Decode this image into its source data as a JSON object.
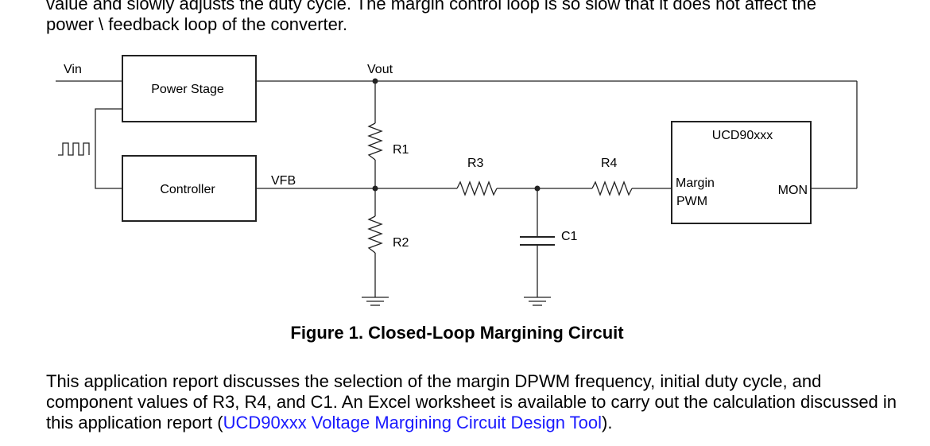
{
  "text_top": {
    "line1": "value and slowly adjusts the duty cycle. The margin control loop is so slow that it does not affect the",
    "line2": "power \\ feedback loop of the converter."
  },
  "diagram": {
    "vin": "Vin",
    "vout": "Vout",
    "power_stage": "Power Stage",
    "controller": "Controller",
    "vfb": "VFB",
    "r1": "R1",
    "r2": "R2",
    "r3": "R3",
    "r4": "R4",
    "c1": "C1",
    "ucd": "UCD90xxx",
    "margin": "Margin",
    "pwm": "PWM",
    "mon": "MON"
  },
  "caption": "Figure 1. Closed-Loop Margining Circuit",
  "text_bottom": {
    "before_link": "This application report discusses the selection of the margin DPWM frequency, initial duty cycle, and component values of R3, R4, and C1. An Excel worksheet is available to carry out the calculation discussed in this application report (",
    "link": "UCD90xxx Voltage Margining Circuit Design Tool",
    "after_link": ")."
  }
}
